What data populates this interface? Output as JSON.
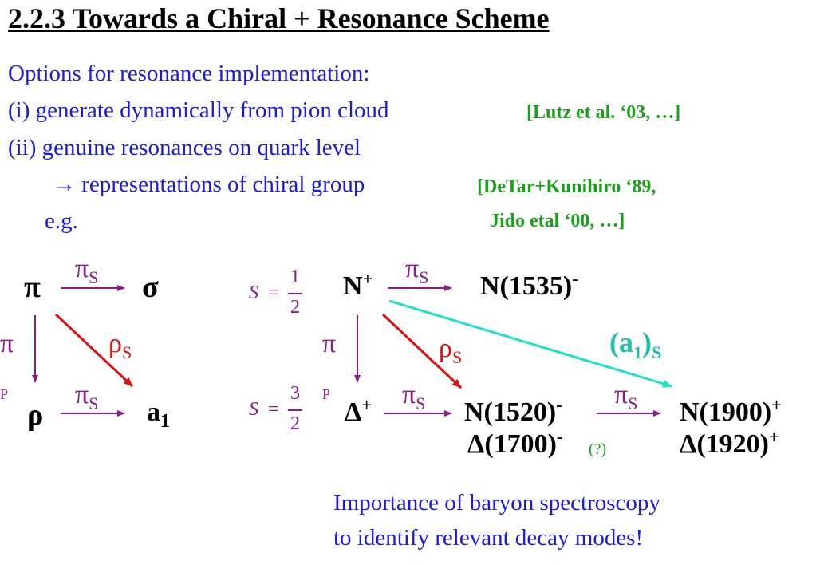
{
  "title": "2.2.3 Towards a Chiral + Resonance Scheme",
  "text": {
    "options": "Options for resonance implementation:",
    "item1": "(i)  generate dynamically from pion cloud",
    "item2": "(ii) genuine resonances on quark level",
    "item2b": "→ representations of chiral group",
    "eg": "e.g.",
    "ref1": "[Lutz et al. ‘03, …]",
    "ref2a": "[DeTar+Kunihiro ‘89,",
    "ref2b": "Jido etal ‘00, …]",
    "conclusion1": "Importance of baryon spectroscopy",
    "conclusion2": "to identify relevant decay modes!"
  },
  "meson_diagram": {
    "pi": "π",
    "sigma": "σ",
    "rho": "ρ",
    "a1_main": "a",
    "a1_sub": "1",
    "arrow_pi_s": "π",
    "arrow_pi_s_sub": "S",
    "arrow_rho_s": "ρ",
    "arrow_rho_s_sub": "S",
    "arrow_pi_p": "π",
    "arrow_pi_p_sub": "P",
    "arrow_pi_s2": "π",
    "arrow_pi_s2_sub": "S"
  },
  "baryon_diagram": {
    "s_half_label": "S",
    "s_half_eq": "=",
    "s_half_num": "1",
    "s_half_den": "2",
    "s_three_half_label": "S",
    "s_three_half_eq": "=",
    "s_three_half_num": "3",
    "s_three_half_den": "2",
    "n_plus": "N",
    "n_plus_sup": "+",
    "n1535": "N(1535)",
    "n1535_sup": "-",
    "delta_plus": "Δ",
    "delta_plus_sup": "+",
    "n1520": "N(1520)",
    "n1520_sup": "-",
    "d1700": "Δ(1700)",
    "d1700_sup": "-",
    "d1700_note": "(?)",
    "n1900": "N(1900)",
    "n1900_sup": "+",
    "d1920": "Δ(1920)",
    "d1920_sup": "+",
    "a1s_open": "(a",
    "a1s_sub1": "1",
    "a1s_close": ")",
    "a1s_sub2": "S",
    "arrow_pi_s": "π",
    "arrow_pi_s_sub": "S",
    "arrow_rho_s": "ρ",
    "arrow_rho_s_sub": "S",
    "arrow_pi_p": "π",
    "arrow_pi_p_sub": "P",
    "arrow_pi_s2": "π",
    "arrow_pi_s2_sub": "S",
    "arrow_pi_s3": "π",
    "arrow_pi_s3_sub": "S"
  },
  "colors": {
    "title": "#000000",
    "body_text": "#1a1adc",
    "reference": "#1ca01c",
    "arrow_purple": "#8b1a8b",
    "arrow_red": "#e01010",
    "arrow_cyan": "#20e0c8",
    "a1s_label": "#20c0a8"
  }
}
